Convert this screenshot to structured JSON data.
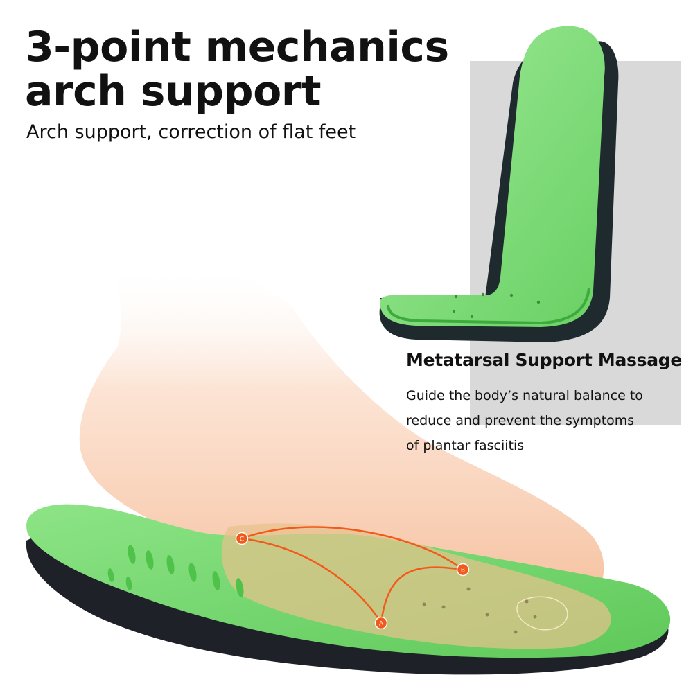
{
  "headline": {
    "line1": "3-point mechanics",
    "line2": "arch support"
  },
  "subheadline": "Arch support, correction of flat feet",
  "feature": {
    "title": "Metatarsal Support Massage",
    "description_lines": [
      "Guide the body’s natural balance to",
      "reduce and prevent the symptoms",
      "of plantar fasciitis"
    ]
  },
  "markers": [
    {
      "label": "A"
    },
    {
      "label": "B"
    },
    {
      "label": "C"
    }
  ],
  "colors": {
    "insole_green": "#6fd66b",
    "insole_edge": "#3daa3d",
    "insole_base": "#1e2228",
    "skin": "#f6c3a2",
    "marker_orange": "#f25a1c",
    "panel_gray": "#d9d9d9"
  }
}
